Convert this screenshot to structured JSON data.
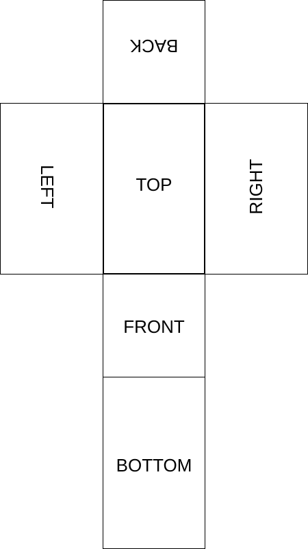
{
  "net": {
    "back": "BACK",
    "left": "LEFT",
    "top": "TOP",
    "right": "RIGHT",
    "front": "FRONT",
    "bottom": "BOTTOM"
  }
}
